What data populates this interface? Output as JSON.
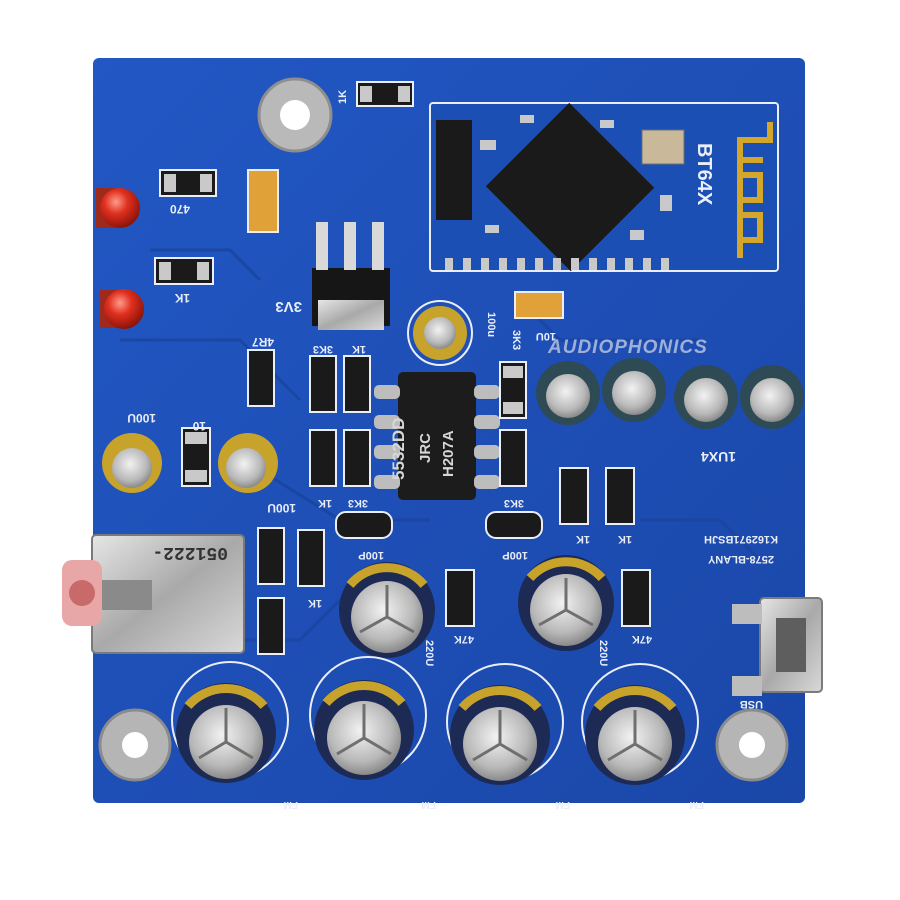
{
  "colors": {
    "pcb": "#1d4fb8",
    "pcb_dark": "#173f96",
    "silkscreen": "#e9eef8",
    "pad": "#c9c9c9",
    "chip": "#1a1a1a",
    "led": "#e0301f",
    "cap_gold": "#c7a32c",
    "cap_navy": "#1d2a54",
    "cap_green": "#2e4a55"
  },
  "labels": {
    "module": "BT64X",
    "brand": "AUDIOPHONICS",
    "opamp_line1": "5532DD",
    "opamp_line2": "JRC",
    "opamp_line3": "H207A",
    "regulator": "3V3",
    "jack_code": "051222-",
    "board_code1": "2578-BLANY",
    "board_code2": "K162971BSJH",
    "usb": "USB",
    "r_1k_top": "1K",
    "r_470": "470",
    "r_1k_led": "1K",
    "r_4r7": "4R7",
    "r_3k3_a": "3K3",
    "r_1k_b": "1K",
    "r_3k3_c": "3K3",
    "r_10u_tant": "10U",
    "c_100u_a": "100u",
    "c_100u_b": "100U",
    "r_10": "10",
    "c_100u_c": "100U",
    "r_1k_c": "1K",
    "r_3k3_d": "3K3",
    "r_3k3_e": "3K3",
    "c_100p_a": "100P",
    "c_100p_b": "100P",
    "c_1ux4": "1UX4",
    "r_1k_d": "1K",
    "r_1k_e": "1K",
    "r_1k_f": "1K",
    "r_47k_a": "47K",
    "r_47k_b": "47K",
    "c_220u_a": "220U",
    "c_220u_b": "220U",
    "fm1": "FM",
    "fm2": "FM",
    "fm3": "FM",
    "fm4": "FM"
  }
}
